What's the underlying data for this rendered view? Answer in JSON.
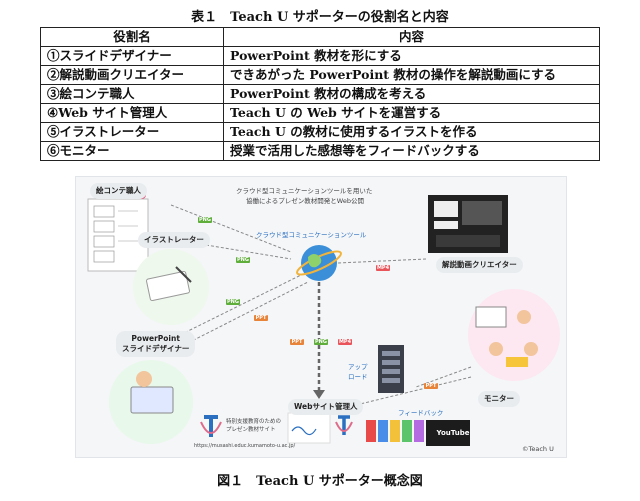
{
  "table": {
    "caption": "表１　Teach U サポーターの役割名と内容",
    "headers": [
      "役割名",
      "内容"
    ],
    "rows": [
      [
        "①スライドデザイナー",
        "PowerPoint 教材を形にする"
      ],
      [
        "②解説動画クリエイター",
        "できあがった PowerPoint 教材の操作を解説動画にする"
      ],
      [
        "③絵コンテ職人",
        "PowerPoint 教材の構成を考える"
      ],
      [
        "④Web サイト管理人",
        "Teach U の Web サイトを運営する"
      ],
      [
        "⑤イラストレーター",
        "Teach U の教材に使用するイラストを作る"
      ],
      [
        "⑥モニター",
        "授業で活用した感想等をフィードバックする"
      ]
    ]
  },
  "figure": {
    "caption": "図１　Teach U サポーター概念図",
    "header_line1": "クラウド型コミュニケーションツールを用いた",
    "header_line2": "協働によるプレゼン教材開発とWeb公開",
    "cloud_label": "クラウド型コミュニケーションツール",
    "roles": {
      "ekonte": "絵コンテ職人",
      "illustrator": "イラストレーター",
      "ppt_designer_l1": "PowerPoint",
      "ppt_designer_l2": "スライドデザイナー",
      "video_creator": "解説動画クリエイター",
      "web_admin": "Webサイト管理人",
      "monitor": "モニター"
    },
    "tags": {
      "png": "PNG",
      "ppt": "PPT",
      "mp4": "MP4"
    },
    "upload_l1": "アップ",
    "upload_l2": "ロード",
    "feedback": "フィードバック",
    "site_l1": "特別支援教育のための",
    "site_l2": "プレゼン教材サイト",
    "site_url": "https://musashi.educ.kumamoto-u.ac.jp/",
    "youtube": "YouTube",
    "copyright": "©Teach U"
  },
  "colors": {
    "png": "#5fae3c",
    "ppt": "#e8833a",
    "mp4": "#e9545a",
    "accent": "#2a6fc0"
  }
}
